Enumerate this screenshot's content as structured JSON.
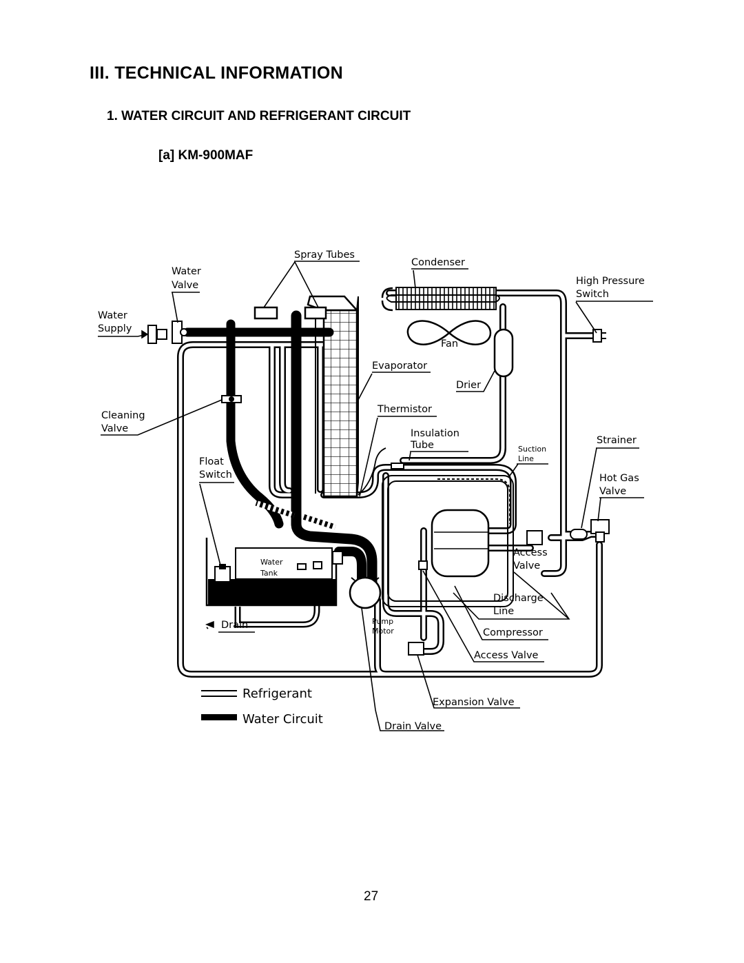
{
  "page": {
    "section_title": "III. TECHNICAL INFORMATION",
    "subsection_title": "1. WATER CIRCUIT AND REFRIGERANT CIRCUIT",
    "model_heading": "[a] KM-900MAF",
    "page_number": "27"
  },
  "diagram": {
    "labels": {
      "spray_tubes": "Spray Tubes",
      "condenser": "Condenser",
      "water_valve_1": "Water",
      "water_valve_2": "Valve",
      "high_pressure_switch_1": "High Pressure",
      "high_pressure_switch_2": "Switch",
      "water_supply_1": "Water",
      "water_supply_2": "Supply",
      "fan": "Fan",
      "evaporator": "Evaporator",
      "drier": "Drier",
      "thermistor": "Thermistor",
      "cleaning_valve_1": "Cleaning",
      "cleaning_valve_2": "Valve",
      "insulation_tube_1": "Insulation",
      "insulation_tube_2": "Tube",
      "suction_line_1": "Suction",
      "suction_line_2": "Line",
      "strainer": "Strainer",
      "float_switch_1": "Float",
      "float_switch_2": "Switch",
      "hot_gas_valve_1": "Hot Gas",
      "hot_gas_valve_2": "Valve",
      "water_tank_1": "Water",
      "water_tank_2": "Tank",
      "access_valve_1": "Access",
      "access_valve_2": "Valve",
      "discharge_line_1": "Discharge",
      "discharge_line_2": "Line",
      "drain": "Drain",
      "pump_motor_1": "Pump",
      "pump_motor_2": "Motor",
      "compressor": "Compressor",
      "access_valve_lower": "Access Valve",
      "expansion_valve": "Expansion Valve",
      "drain_valve": "Drain Valve"
    },
    "legend": {
      "refrigerant": "Refrigerant",
      "water_circuit": "Water Circuit"
    }
  }
}
